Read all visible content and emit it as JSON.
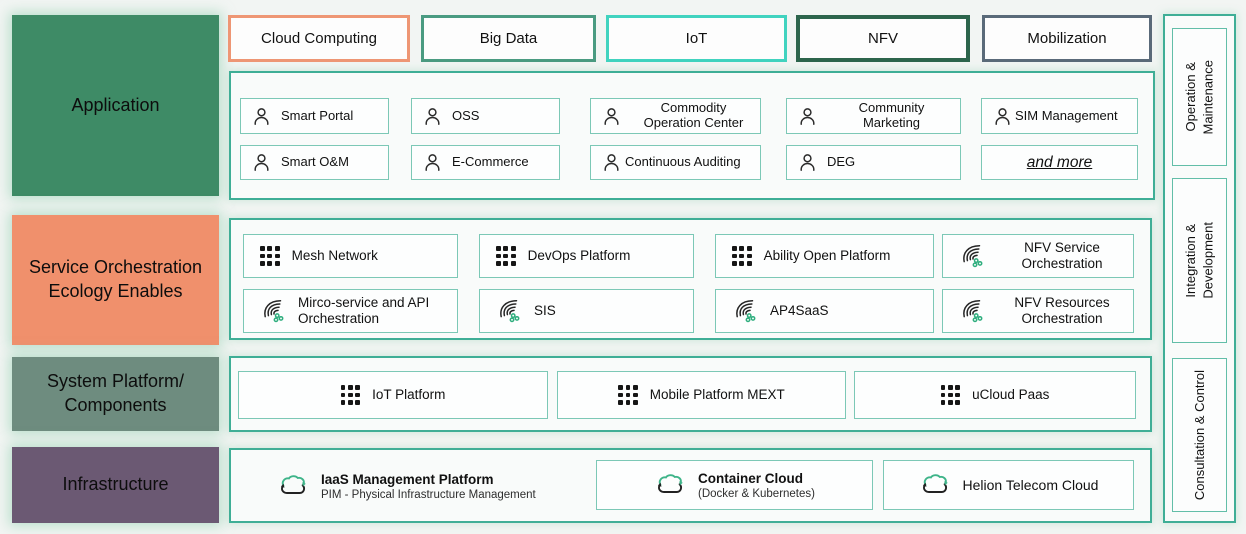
{
  "page": {
    "background": "#f2f5f3"
  },
  "left_column": {
    "items": [
      {
        "label": "Application",
        "bg": "#3e8b66"
      },
      {
        "label": "Service Orchestration Ecology Enables",
        "bg": "#f0906c"
      },
      {
        "label": "System Platform/ Components",
        "bg": "#6e8c7f"
      },
      {
        "label": "Infrastructure",
        "bg": "#6b5973"
      }
    ]
  },
  "top_tabs": {
    "items": [
      {
        "label": "Cloud Computing",
        "border_color": "#ee9674"
      },
      {
        "label": "Big Data",
        "border_color": "#4a9b81"
      },
      {
        "label": "IoT",
        "border_color": "#41d3bf"
      },
      {
        "label": "NFV",
        "border_color": "#2d654c"
      },
      {
        "label": "Mobilization",
        "border_color": "#5a6a79"
      }
    ]
  },
  "application": {
    "row1": [
      {
        "label": "Smart Portal",
        "icon": "person-icon"
      },
      {
        "label": "OSS",
        "icon": "person-icon"
      },
      {
        "label": "Commodity Operation Center",
        "icon": "person-icon"
      },
      {
        "label": "Community Marketing",
        "icon": "person-icon"
      },
      {
        "label": "SIM Management",
        "icon": "person-icon"
      }
    ],
    "row2": [
      {
        "label": "Smart O&M",
        "icon": "person-icon"
      },
      {
        "label": "E-Commerce",
        "icon": "person-icon"
      },
      {
        "label": "Continuous Auditing",
        "icon": "person-icon"
      },
      {
        "label": "DEG",
        "icon": "person-icon"
      },
      {
        "label": "and more",
        "icon": "none"
      }
    ]
  },
  "service": {
    "row1": [
      {
        "label": "Mesh Network",
        "icon": "grid-icon"
      },
      {
        "label": "DevOps Platform",
        "icon": "grid-icon"
      },
      {
        "label": "Ability Open Platform",
        "icon": "grid-icon"
      },
      {
        "label": "NFV Service Orchestration",
        "icon": "service-mesh-icon"
      }
    ],
    "row2": [
      {
        "label": "Mirco-service and API Orchestration",
        "icon": "service-mesh-icon"
      },
      {
        "label": "SIS",
        "icon": "service-mesh-icon"
      },
      {
        "label": "AP4SaaS",
        "icon": "service-mesh-icon"
      },
      {
        "label": "NFV Resources Orchestration",
        "icon": "service-mesh-icon"
      }
    ]
  },
  "system": {
    "items": [
      {
        "label": "IoT Platform",
        "icon": "grid-icon"
      },
      {
        "label": "Mobile Platform MEXT",
        "icon": "grid-icon"
      },
      {
        "label": "uCloud Paas",
        "icon": "grid-icon"
      }
    ]
  },
  "infrastructure": {
    "items": [
      {
        "title": "IaaS Management Platform",
        "subtitle": "PIM - Physical Infrastructure Management",
        "icon": "cloud-sync-icon"
      },
      {
        "title": "Container Cloud",
        "subtitle": "(Docker & Kubernetes)",
        "icon": "cloud-sync-icon"
      },
      {
        "title": "Helion Telecom Cloud",
        "subtitle": "",
        "icon": "cloud-sync-icon"
      }
    ]
  },
  "right_column": {
    "items": [
      {
        "line1": "Operation &",
        "line2": "Maintenance"
      },
      {
        "line1": "Integration &",
        "line2": "Development"
      },
      {
        "line1": "Consultation & Control",
        "line2": ""
      }
    ]
  },
  "colors": {
    "container_border": "#3fae96",
    "item_border": "#7cc8b6",
    "accent_green": "#3eb489"
  }
}
